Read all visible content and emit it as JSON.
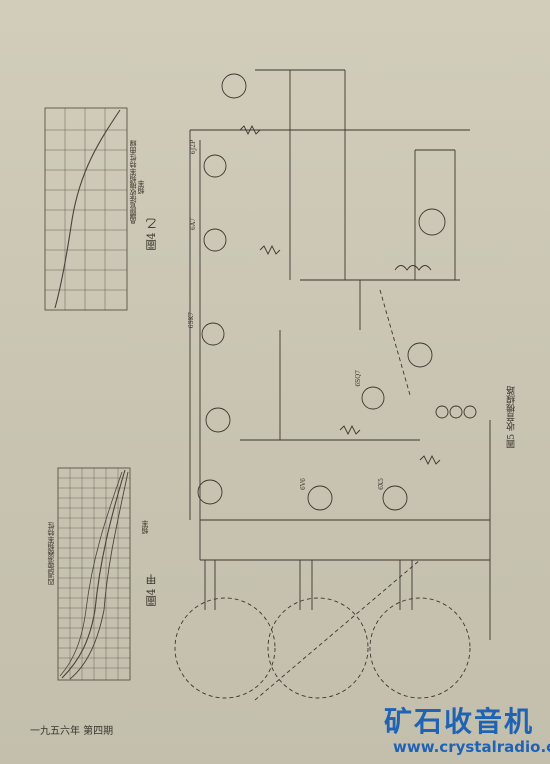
{
  "figure_4b": {
    "caption": "圖4 乙",
    "axis_title": "晶體管接收機頻率特性曲線",
    "x_axis_label": "頻率"
  },
  "figure_4a": {
    "caption": "圖4 甲",
    "axis_title": "四週振蕩器頻率特性",
    "x_axis_label": "頻率"
  },
  "figure_5": {
    "caption": "圖5 收音機線路"
  },
  "schematic_tubes": [
    "6J2P",
    "6A7",
    "6SK7",
    "6SQ7",
    "6V6",
    "6X5"
  ],
  "footer": {
    "date_issue": "一九五六年  第四期"
  },
  "watermark": {
    "logo": "矿石收音机",
    "url": "www.crystalradio.cn"
  }
}
